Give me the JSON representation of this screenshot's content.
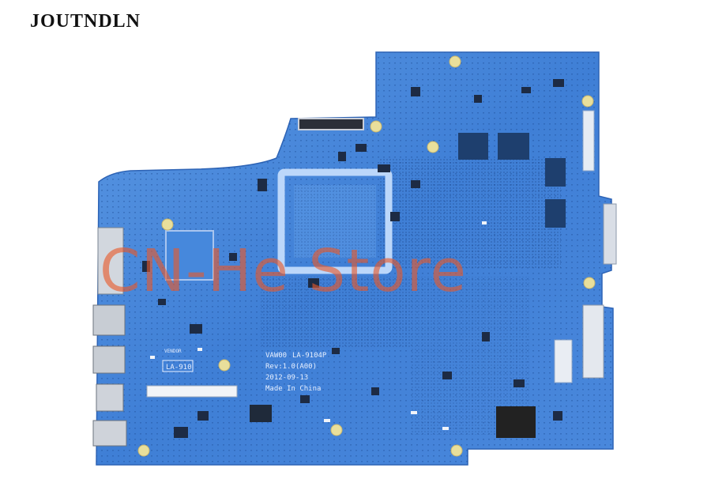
{
  "store_brand": "JOUTNDLN",
  "watermark": "CN-He Store",
  "board_silkscreen": {
    "model": "VAW00",
    "board_id": "LA-9104P",
    "revision": "Rev:1.0(A00)",
    "date": "2012-09-13",
    "origin": "Made In China",
    "label_small": "LA-910",
    "vendor_mark": "VENDOR"
  },
  "colors": {
    "pcb": "#3f7fd6",
    "pcb_light": "#6aa2e6",
    "background": "#ffffff",
    "watermark": "#e8582a"
  }
}
